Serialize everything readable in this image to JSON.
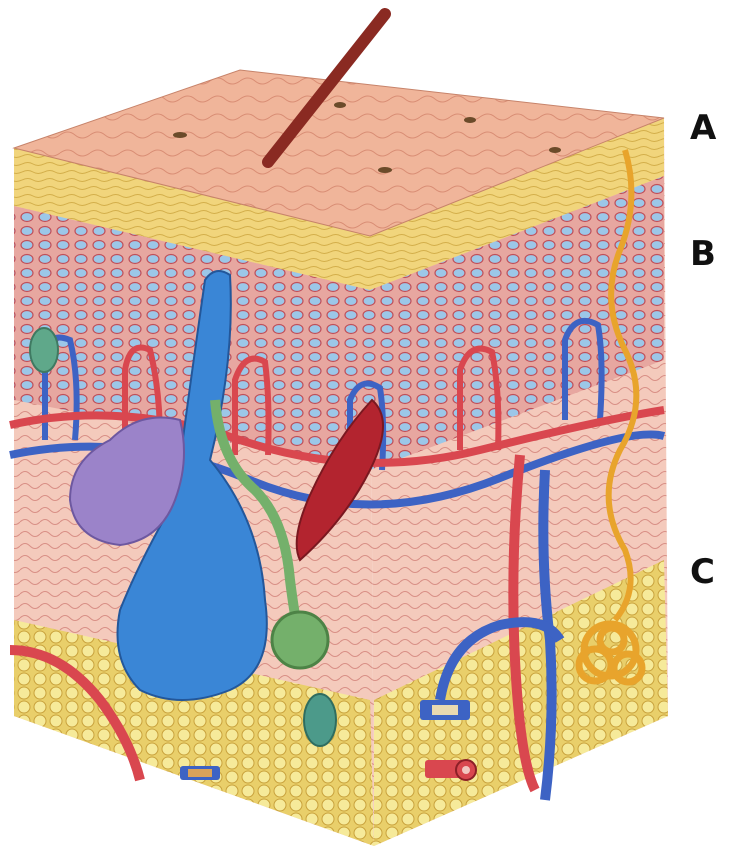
{
  "labels": {
    "a": "A",
    "b": "B",
    "c": "C"
  },
  "colors": {
    "surface": "#f2b49a",
    "epidermis_yellow": "#f0d27a",
    "dermis_pink": "#f3c2b2",
    "fat_yellow": "#f3e08c",
    "artery_red": "#d9474f",
    "vein_blue": "#3d63c4",
    "gland_blue": "#3a86d6",
    "gland_purple": "#9b83c9",
    "nerve_yellow": "#e8a42c",
    "muscle_red": "#b3242f",
    "hair_brown": "#8a2a22",
    "sweat_green": "#74b06b"
  }
}
